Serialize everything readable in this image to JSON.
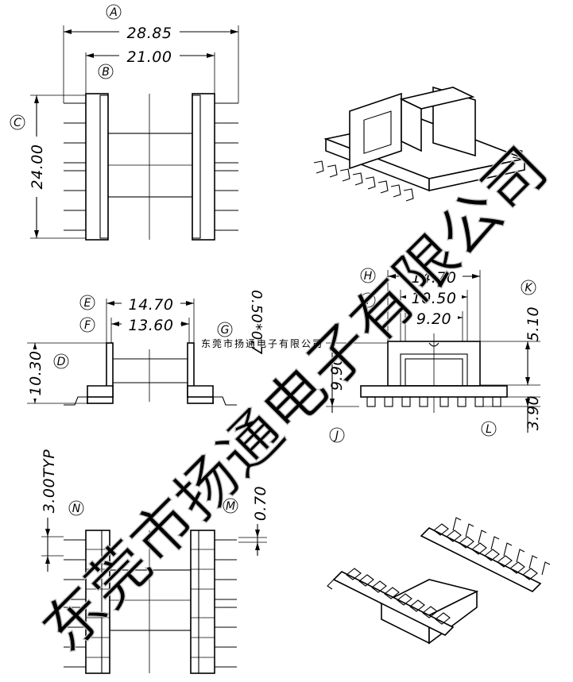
{
  "dimensions": {
    "A": "28.85",
    "B": "21.00",
    "C": "24.00",
    "D": "10.30",
    "E": "14.70",
    "F": "13.60",
    "G": "0.50*0.7",
    "H": "14.70",
    "I": "10.50",
    "I2": "9.20",
    "K": "5.10",
    "J": "9.90",
    "L": "3.90",
    "N": "3.00TYP",
    "M": "0.70"
  },
  "labels": {
    "A": "A",
    "B": "B",
    "C": "C",
    "D": "D",
    "E": "E",
    "F": "F",
    "G": "G",
    "H": "H",
    "I": "I",
    "J": "J",
    "K": "K",
    "L": "L",
    "M": "M",
    "N": "N"
  },
  "watermark": {
    "large": "东莞市扬通电子有限公司",
    "small": "东莞市扬通电子有限公司"
  }
}
